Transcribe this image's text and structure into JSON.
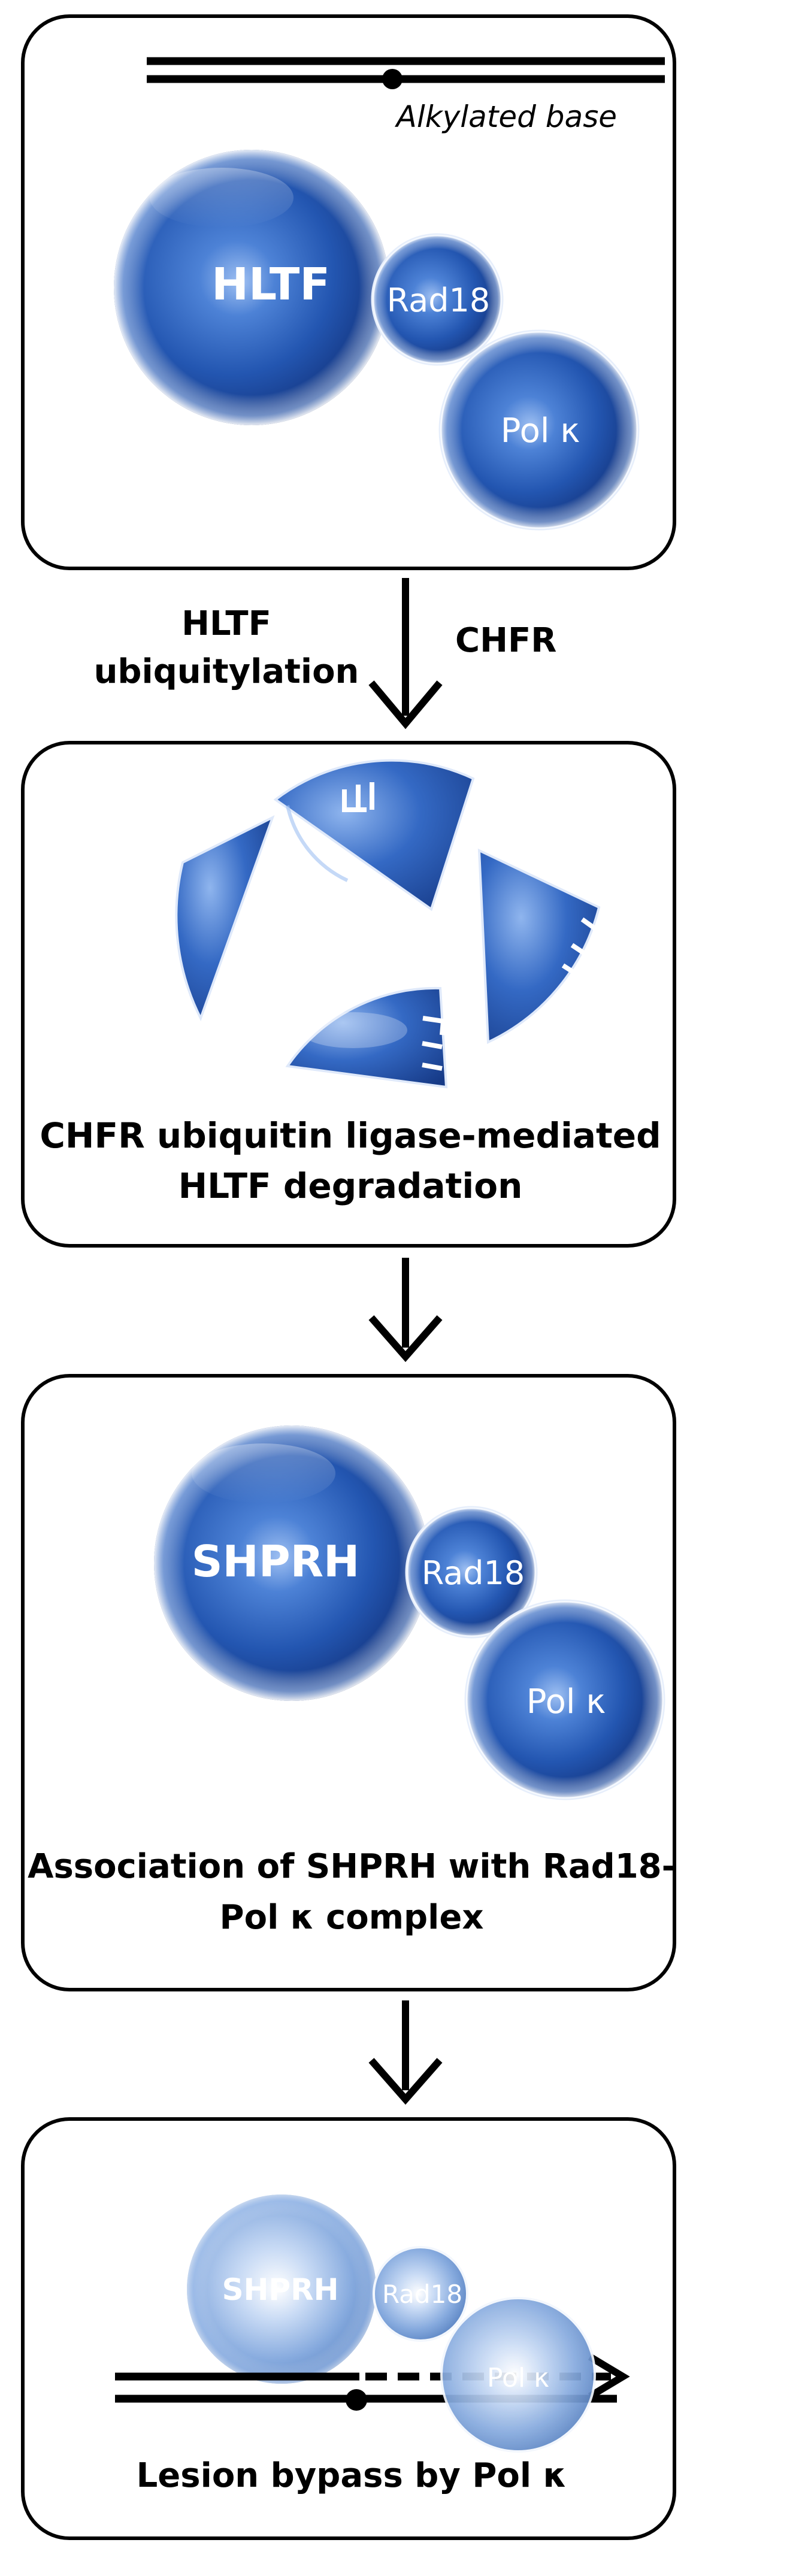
{
  "panel1": {
    "lesion_label": "Alkylated base",
    "protein_large": "HLTF",
    "protein_mid": "Rad18",
    "protein_small": "Pol κ"
  },
  "arrow1": {
    "left_label_line1": "HLTF",
    "left_label_line2": "ubiquitylation",
    "right_label": "CHFR"
  },
  "panel2": {
    "caption_line1": "CHFR ubiquitin ligase-mediated",
    "caption_line2": "HLTF degradation"
  },
  "panel3": {
    "protein_large": "SHPRH",
    "protein_mid": "Rad18",
    "protein_small": "Pol κ",
    "caption_line1": "Association of SHPRH with Rad18-",
    "caption_line2": "Pol κ complex"
  },
  "panel4": {
    "protein_large": "SHPRH",
    "protein_mid": "Rad18",
    "protein_small": "Pol κ",
    "caption": "Lesion bypass by Pol κ"
  },
  "colors": {
    "sphere_dark": "#173a86",
    "sphere_mid": "#2f67c4",
    "sphere_light": "#dbe8fb",
    "faded_dark": "#5d89c6",
    "faded_light": "#eef4fd",
    "outline": "#000000"
  }
}
